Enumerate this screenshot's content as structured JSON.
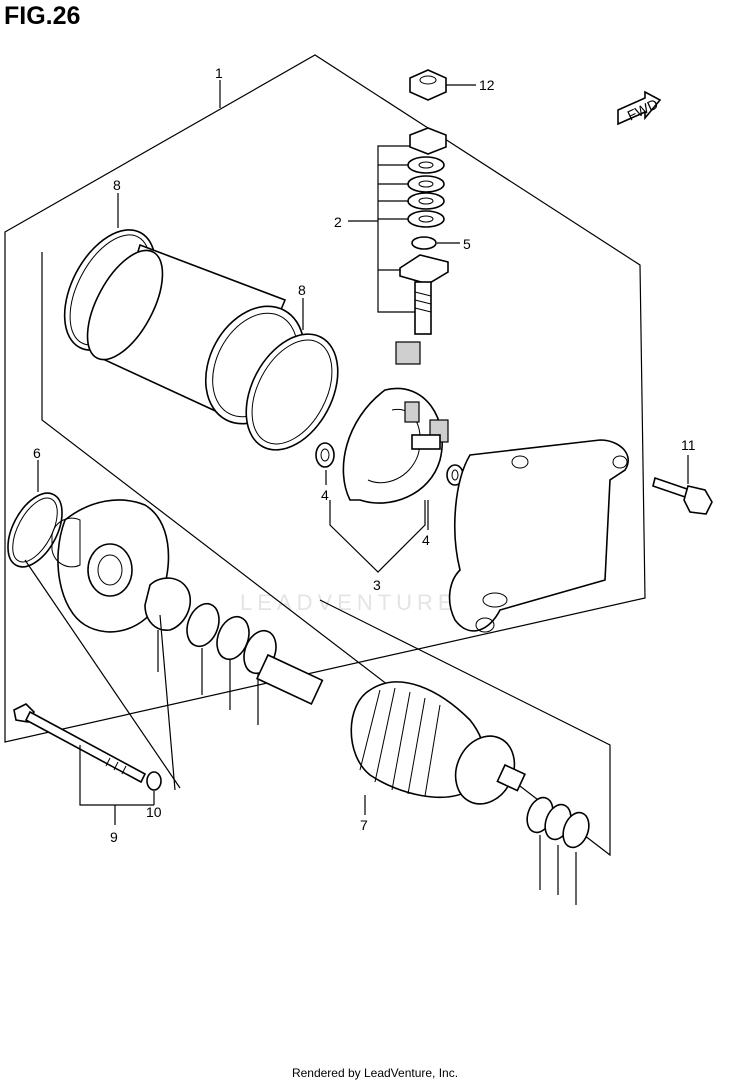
{
  "figure": {
    "title": "FIG.26"
  },
  "callouts": {
    "c1": "1",
    "c2": "2",
    "c3": "3",
    "c4a": "4",
    "c4b": "4",
    "c5": "5",
    "c6": "6",
    "c7": "7",
    "c8a": "8",
    "c8b": "8",
    "c9": "9",
    "c10": "10",
    "c11": "11",
    "c12": "12"
  },
  "fwd_label": "FWD",
  "watermark": "LEADVENTURE",
  "footer": "Rendered by LeadVenture, Inc."
}
